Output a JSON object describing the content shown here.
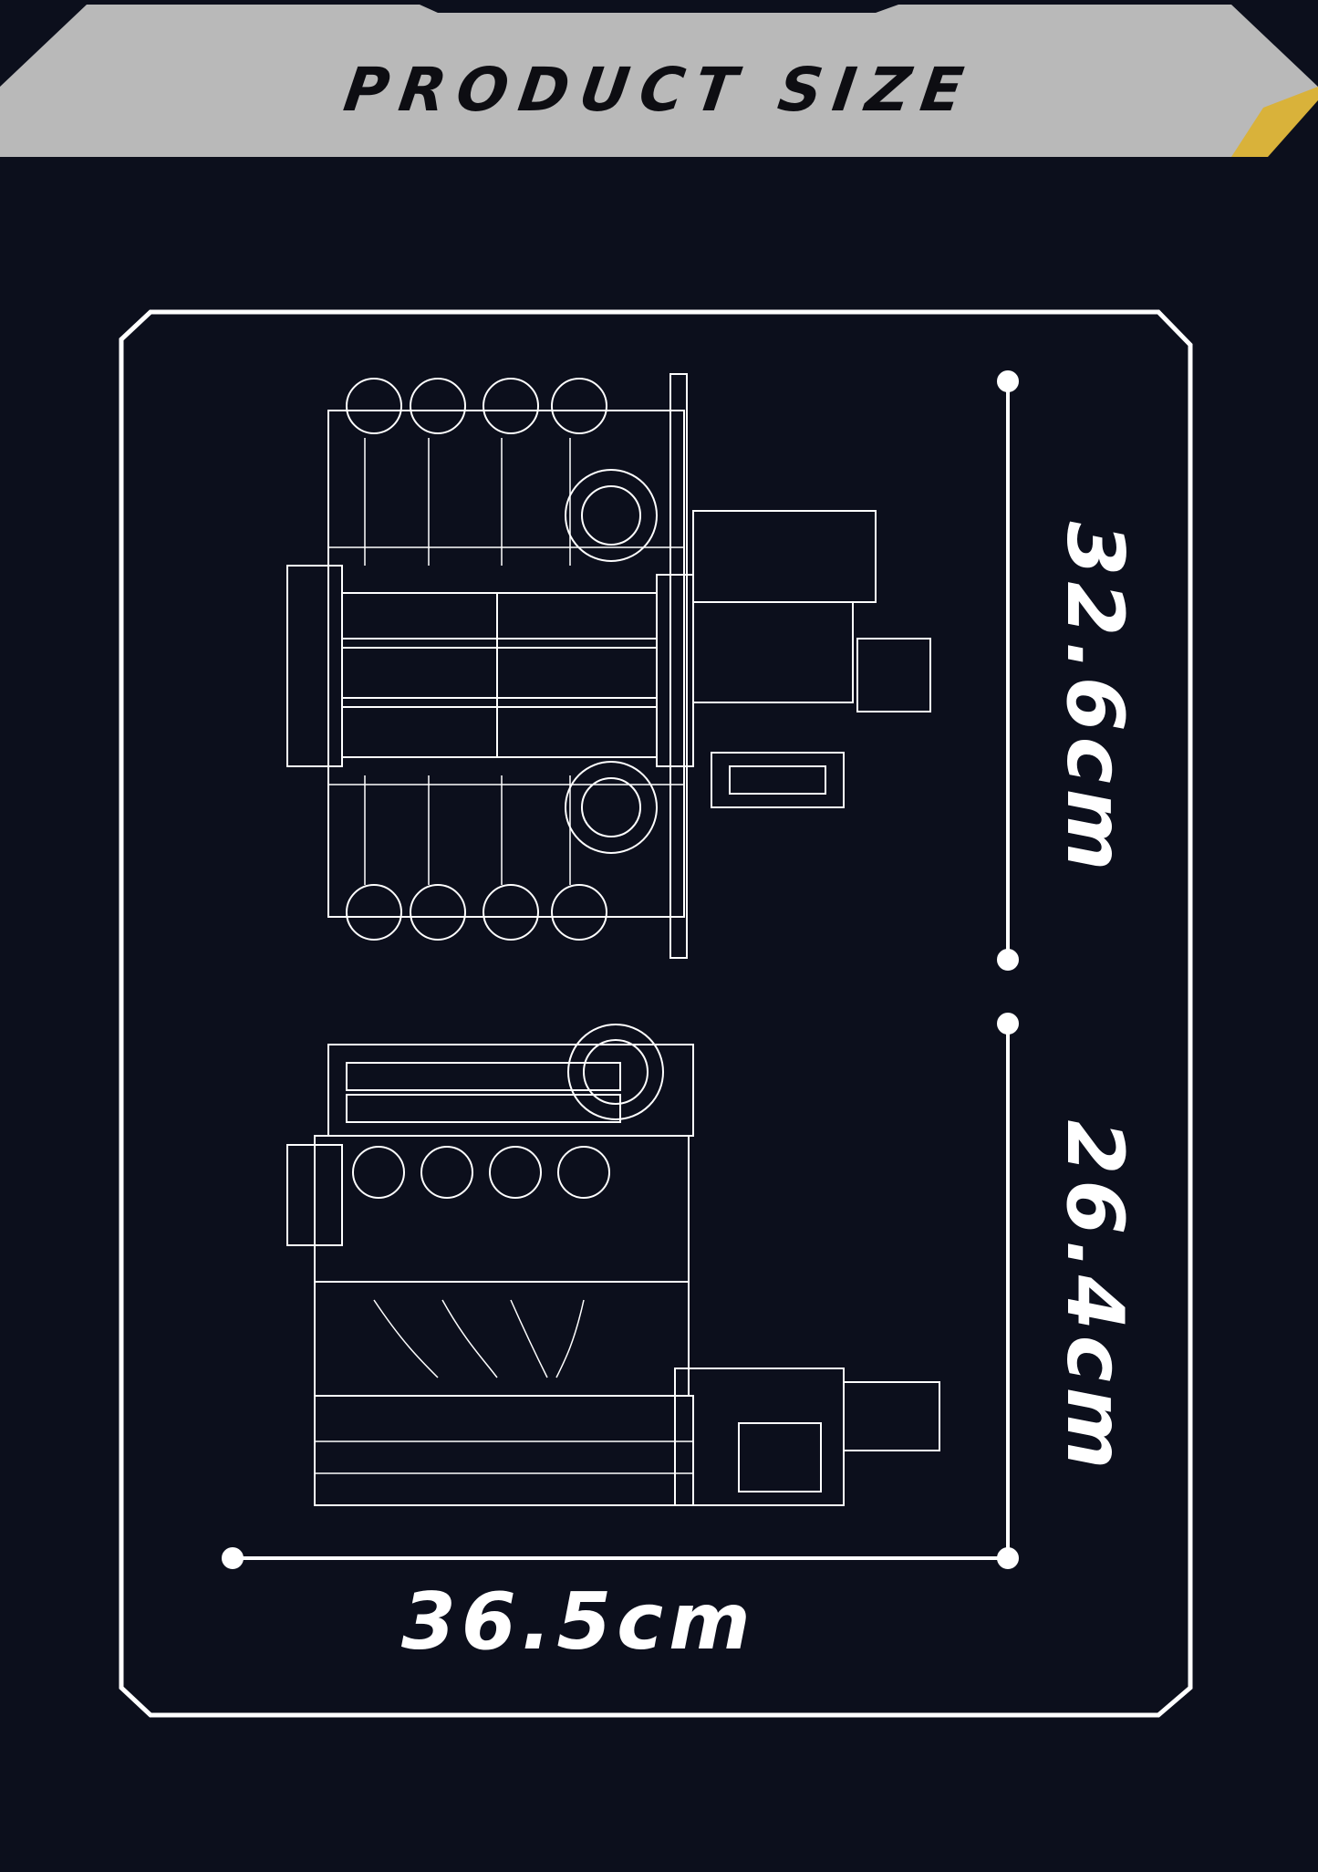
{
  "header": {
    "title": "PRODUCT SIZE",
    "colors": {
      "bar": "#b9b9b9",
      "accent": "#d9b23a",
      "background": "#0c0f1c",
      "line": "#ffffff"
    }
  },
  "dimensions": {
    "width_label": "36.5cm",
    "height_top_label": "32.6cm",
    "height_bottom_label": "26.4cm"
  },
  "views": [
    {
      "name": "top-view-engine-drawing",
      "icon": "engine-top-view-icon"
    },
    {
      "name": "side-view-engine-drawing",
      "icon": "engine-side-view-icon"
    }
  ]
}
